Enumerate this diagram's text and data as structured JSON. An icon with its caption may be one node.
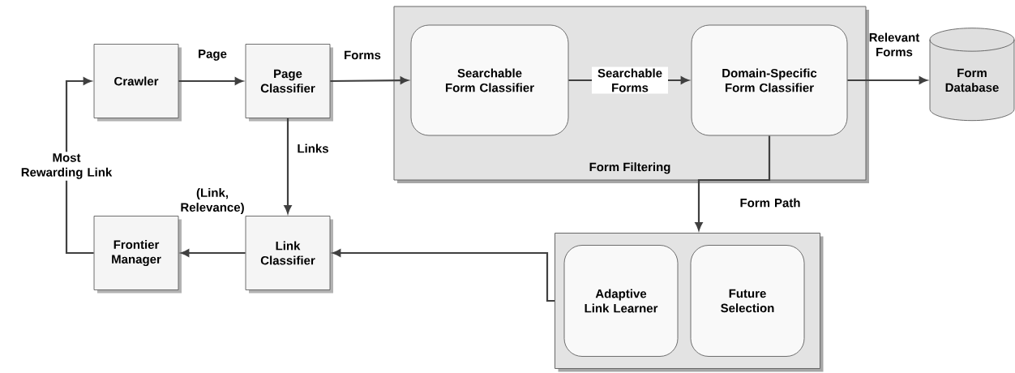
{
  "diagram": {
    "nodes": [
      {
        "text": [
          "Crawler"
        ]
      },
      {
        "text": [
          "Page Classifier"
        ]
      },
      {
        "text": [
          "Form Filtering"
        ]
      },
      {
        "text": [
          "Searchable Form Classifier"
        ],
        "in": 2
      },
      {
        "text": [
          "Domain-Specific Form Classifier"
        ],
        "in": 2
      },
      {
        "text": [
          "Form Database"
        ]
      },
      {
        "text": [
          "Frontier Manager"
        ]
      },
      {
        "text": [
          "Link Classifier"
        ]
      },
      {
        "text": [],
        "shape": "box"
      },
      {
        "text": [
          "Adaptive Link Learner"
        ],
        "in": 8
      },
      {
        "text": [
          "Future Selection"
        ],
        "in": 8
      }
    ],
    "edges": [
      {
        "from": 0,
        "to": 1,
        "arrow": "to",
        "label": "Page"
      },
      {
        "from": 1,
        "to": 3,
        "arrow": "to",
        "label": "Forms"
      },
      {
        "from": 3,
        "to": 4,
        "arrow": "to",
        "label": "Searchable Forms"
      },
      {
        "from": 4,
        "to": 5,
        "arrow": "to",
        "label": "Relevant Forms"
      },
      {
        "from": 1,
        "to": 7,
        "arrow": "to",
        "label": "Links"
      },
      {
        "from": 4,
        "to": 8,
        "arrow": "to",
        "label": "Form Path"
      },
      {
        "from": 8,
        "to": 7,
        "arrow": "to"
      },
      {
        "from": 7,
        "to": 6,
        "arrow": "to",
        "label": "(Link, Relevance)"
      },
      {
        "from": 6,
        "to": 0,
        "arrow": "to",
        "label": "Most Rewarding Link"
      }
    ]
  }
}
